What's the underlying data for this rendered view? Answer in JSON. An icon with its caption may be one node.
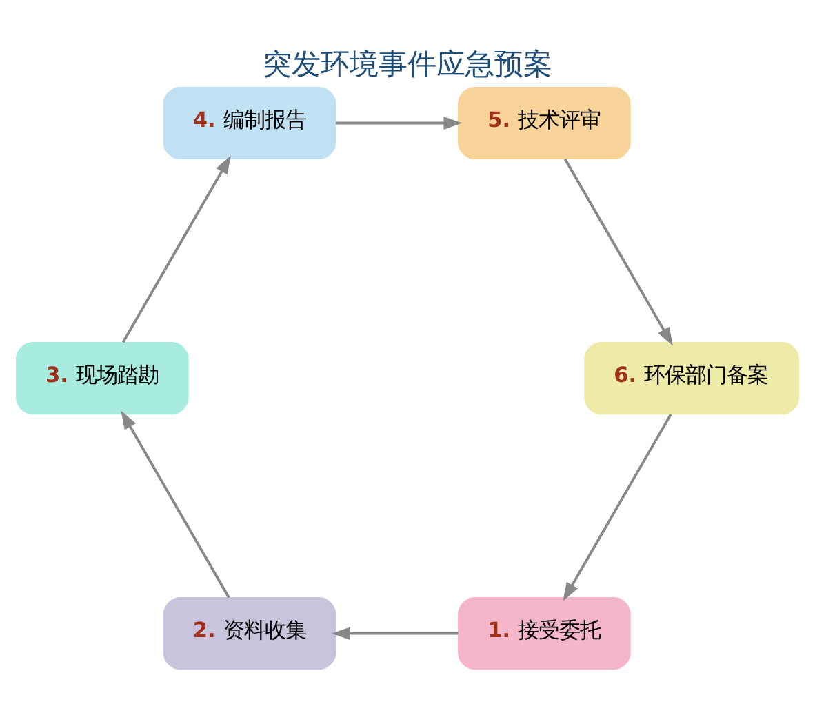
{
  "diagram": {
    "title": "突发环境事件应急预案",
    "nodes": [
      {
        "text": [
          "1. 接受委托"
        ]
      },
      {
        "text": [
          "2. 资料收集"
        ]
      },
      {
        "text": [
          "3. 现场踏勘"
        ]
      },
      {
        "text": [
          "4. 编制报告"
        ]
      },
      {
        "text": [
          "5. 技术评审"
        ]
      },
      {
        "text": [
          "6. 环保部门备案"
        ]
      }
    ],
    "edges": [
      {
        "from": 0,
        "to": 1,
        "arrow": "to"
      },
      {
        "from": 1,
        "to": 2,
        "arrow": "to"
      },
      {
        "from": 2,
        "to": 3,
        "arrow": "to"
      },
      {
        "from": 3,
        "to": 4,
        "arrow": "to"
      },
      {
        "from": 4,
        "to": 5,
        "arrow": "to"
      },
      {
        "from": 5,
        "to": 0,
        "arrow": "to"
      }
    ]
  }
}
